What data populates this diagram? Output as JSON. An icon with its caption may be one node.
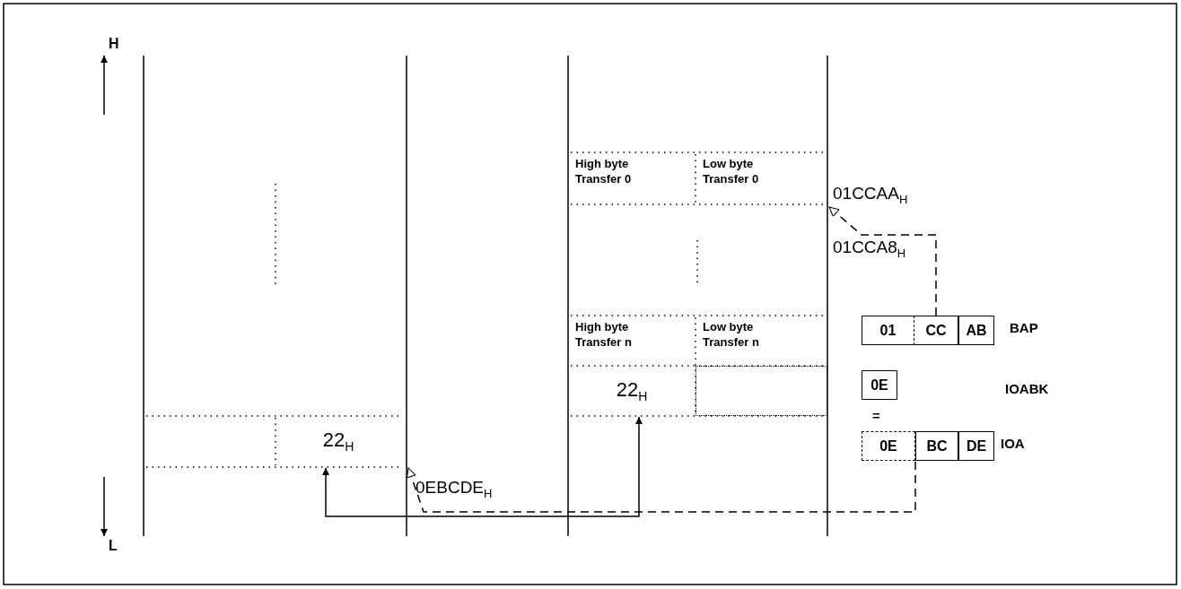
{
  "diagram": {
    "nodes": [
      {
        "text": [
          "22$_{H}$"
        ]
      },
      {
        "text": [
          "High byte Transfer 0"
        ]
      },
      {
        "text": [
          "Low byte Transfer 0"
        ]
      },
      {
        "text": [
          "High byte Transfer n"
        ]
      },
      {
        "text": [
          "Low byte Transfer n"
        ]
      },
      {
        "text": [
          "22$_{H}$"
        ]
      },
      {
        "text": [],
        "shape": "box"
      },
      {
        "text": [
          "01"
        ]
      },
      {
        "text": [
          "CC"
        ]
      },
      {
        "text": [
          "AB"
        ]
      },
      {
        "text": [
          "0E"
        ]
      },
      {
        "text": [
          "0E"
        ]
      },
      {
        "text": [
          "BC"
        ]
      },
      {
        "text": [
          "DE"
        ]
      }
    ],
    "edges": [
      {
        "from": 8,
        "to": 2,
        "arrow": "to",
        "style": "dashed"
      },
      {
        "from": 12,
        "to": 0,
        "arrow": "to",
        "style": "dashed"
      },
      {
        "from": 0,
        "to": 5,
        "arrow": "both"
      }
    ],
    "labels": [
      "H",
      "01CCAA$_{H}$",
      "01CCA8$_{H}$",
      "BAP",
      "IOABK",
      "=",
      "IOA",
      "0EBCDE$_{H}$",
      "L"
    ]
  }
}
